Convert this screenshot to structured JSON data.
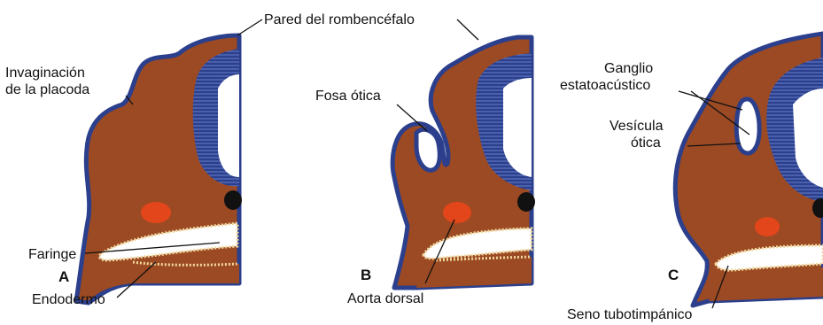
{
  "colors": {
    "mesenchyme": "#9c4a23",
    "ectoderm": "#2b3f8c",
    "neural_stripes": "#4d64b8",
    "aorta": "#e2461a",
    "endoderm_dots": "#f1d79a",
    "notochord": "#111111"
  },
  "labels": {
    "pared_rombencefalo": "Pared del rombencéfalo",
    "invaginacion": [
      "Invaginación",
      "de la placoda"
    ],
    "faringe": "Faringe",
    "endodermo": "Endodermo",
    "fosa_otica": "Fosa ótica",
    "aorta_dorsal": "Aorta dorsal",
    "ganglio": [
      "Ganglio",
      "estatoacústico"
    ],
    "vesicula": [
      "Vesícula",
      "ótica"
    ],
    "seno": "Seno tubotimpánico"
  },
  "panels": [
    "A",
    "B",
    "C"
  ]
}
